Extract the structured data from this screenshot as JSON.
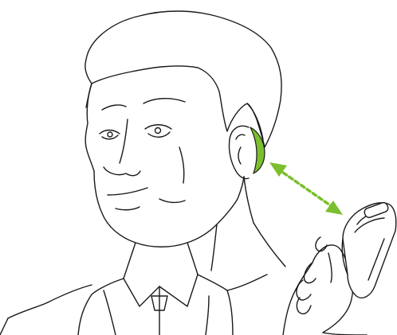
{
  "illustration": {
    "subjects": [
      "man-profile",
      "hearing-aid",
      "remote-control",
      "wireless-link-arrow"
    ]
  },
  "colors": {
    "line": "#1a1a1a",
    "background": "#ffffff",
    "accent": "#7bbf2e"
  }
}
